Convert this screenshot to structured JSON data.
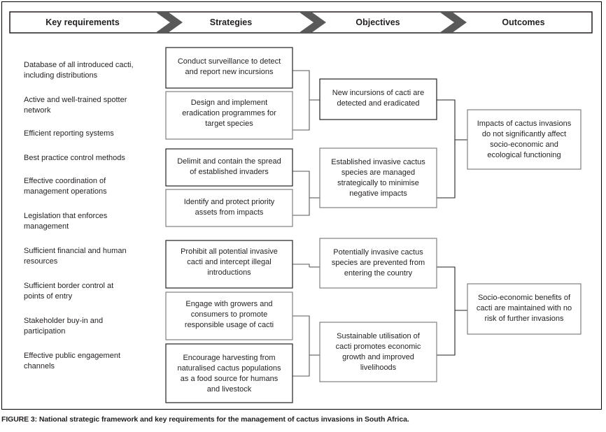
{
  "figure": {
    "caption": "FIGURE 3: National strategic framework and key requirements for the management of cactus invasions in South Africa.",
    "frame_color": "#000000",
    "background": "#ffffff"
  },
  "header_band": {
    "chevron_color": "#595959",
    "border_color": "#231f20",
    "columns": [
      {
        "label": "Key requirements"
      },
      {
        "label": "Strategies"
      },
      {
        "label": "Objectives"
      },
      {
        "label": "Outcomes"
      }
    ]
  },
  "key_requirements": [
    {
      "line1": "Database of all introduced cacti,",
      "line2": "including distributions"
    },
    {
      "line1": "Active and well-trained spotter",
      "line2": "network"
    },
    {
      "line1": "Efficient reporting systems",
      "line2": ""
    },
    {
      "line1": "Best practice control methods",
      "line2": ""
    },
    {
      "line1": "Effective coordination of",
      "line2": "management operations"
    },
    {
      "line1": "Legislation that enforces",
      "line2": "management"
    },
    {
      "line1": "Sufficient financial and human",
      "line2": "resources"
    },
    {
      "line1": "Sufficient border control at",
      "line2": "points of entry"
    },
    {
      "line1": "Stakeholder buy-in and",
      "line2": "participation"
    },
    {
      "line1": "Effective public engagement",
      "line2": "channels"
    }
  ],
  "strategies": [
    {
      "lines": [
        "Conduct surveillance to detect",
        "and report new incursions"
      ]
    },
    {
      "lines": [
        "Design and implement",
        "eradication programmes for",
        "target species"
      ]
    },
    {
      "lines": [
        "Delimit and contain the spread",
        "of established invaders"
      ]
    },
    {
      "lines": [
        "Identify and protect priority",
        "assets from impacts"
      ]
    },
    {
      "lines": [
        "Prohibit all potential invasive",
        "cacti and intercept illegal",
        "introductions"
      ]
    },
    {
      "lines": [
        "Engage with growers and",
        "consumers to promote",
        "responsible usage of cacti"
      ]
    },
    {
      "lines": [
        "Encourage harvesting from",
        "naturalised cactus populations",
        "as a food source for humans",
        "and livestock"
      ]
    }
  ],
  "objectives": [
    {
      "lines": [
        "New incursions of cacti are",
        "detected and eradicated"
      ]
    },
    {
      "lines": [
        "Established invasive cactus",
        "species are managed",
        "strategically to minimise",
        "negative impacts"
      ]
    },
    {
      "lines": [
        "Potentially invasive cactus",
        "species are prevented from",
        "entering the country"
      ]
    },
    {
      "lines": [
        "Sustainable utilisation of",
        "cacti promotes economic",
        "growth and improved",
        "livelihoods"
      ]
    }
  ],
  "outcomes": [
    {
      "lines": [
        "Impacts of cactus invasions",
        "do not significantly affect",
        "socio-economic and",
        "ecological functioning"
      ]
    },
    {
      "lines": [
        "Socio-economic benefits of",
        "cacti are maintained with no",
        "risk of further invasions"
      ]
    }
  ]
}
